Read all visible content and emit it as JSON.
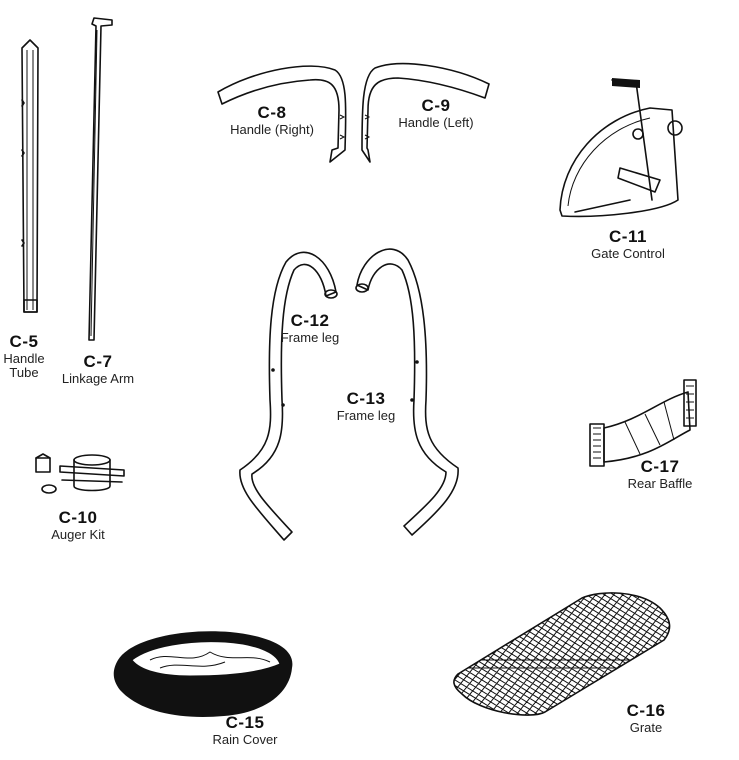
{
  "parts": [
    {
      "id": "c5",
      "code": "C-5",
      "name_lines": [
        "Handle",
        "Tube"
      ]
    },
    {
      "id": "c7",
      "code": "C-7",
      "name_lines": [
        "Linkage Arm"
      ]
    },
    {
      "id": "c8",
      "code": "C-8",
      "name_lines": [
        "Handle (Right)"
      ]
    },
    {
      "id": "c9",
      "code": "C-9",
      "name_lines": [
        "Handle (Left)"
      ]
    },
    {
      "id": "c10",
      "code": "C-10",
      "name_lines": [
        "Auger Kit"
      ]
    },
    {
      "id": "c11",
      "code": "C-11",
      "name_lines": [
        "Gate Control"
      ]
    },
    {
      "id": "c12",
      "code": "C-12",
      "name_lines": [
        "Frame leg"
      ]
    },
    {
      "id": "c13",
      "code": "C-13",
      "name_lines": [
        "Frame leg"
      ]
    },
    {
      "id": "c15",
      "code": "C-15",
      "name_lines": [
        "Rain Cover"
      ]
    },
    {
      "id": "c16",
      "code": "C-16",
      "name_lines": [
        "Grate"
      ]
    },
    {
      "id": "c17",
      "code": "C-17",
      "name_lines": [
        "Rear Baffle"
      ]
    }
  ]
}
